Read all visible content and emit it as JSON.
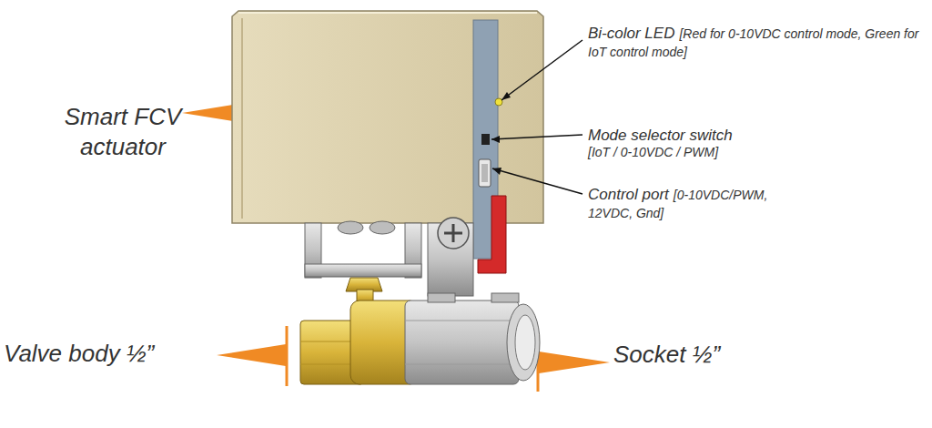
{
  "diagram": {
    "labels": [
      "Smart FCV actuator",
      "Valve body ½”",
      "Socket ½”",
      "Bi-color LED",
      "[Red for 0-10VDC control mode, Green for IoT control mode]",
      "Mode selector switch",
      "[IoT / 0-10VDC / PWM]",
      "Control port",
      "[0-10VDC/PWM, 12VDC, Gnd]"
    ]
  }
}
